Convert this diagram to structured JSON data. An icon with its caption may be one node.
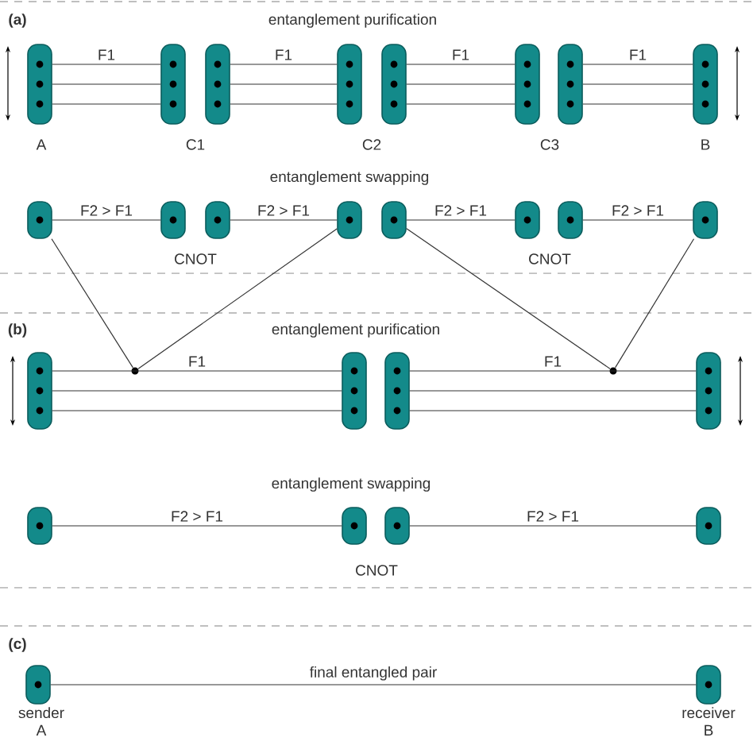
{
  "diagram": {
    "nodes": [
      {
        "text": [],
        "shape": "box"
      },
      {
        "text": [],
        "shape": "box"
      },
      {
        "text": [],
        "shape": "box"
      },
      {
        "text": [],
        "shape": "box"
      },
      {
        "text": [],
        "shape": "box"
      },
      {
        "text": [],
        "shape": "box"
      },
      {
        "text": [],
        "shape": "box"
      },
      {
        "text": [],
        "shape": "box"
      },
      {
        "text": [],
        "shape": "box"
      },
      {
        "text": [],
        "shape": "box"
      },
      {
        "text": [],
        "shape": "box"
      },
      {
        "text": [],
        "shape": "box"
      },
      {
        "text": [],
        "shape": "box"
      },
      {
        "text": [],
        "shape": "box"
      },
      {
        "text": [],
        "shape": "box"
      },
      {
        "text": [],
        "shape": "box"
      },
      {
        "text": [],
        "shape": "box"
      },
      {
        "text": [],
        "shape": "circle"
      },
      {
        "text": [],
        "shape": "box"
      },
      {
        "text": [],
        "shape": "box"
      },
      {
        "text": [],
        "shape": "circle"
      },
      {
        "text": [],
        "shape": "box"
      },
      {
        "text": [],
        "shape": "box"
      },
      {
        "text": [],
        "shape": "box"
      },
      {
        "text": [],
        "shape": "box"
      },
      {
        "text": [],
        "shape": "box"
      },
      {
        "text": [],
        "shape": "box"
      },
      {
        "text": [],
        "shape": "box"
      }
    ],
    "edges": [
      {
        "from": 0,
        "to": 1,
        "arrow": "none",
        "label": "F1"
      },
      {
        "from": 0,
        "to": 1,
        "arrow": "none"
      },
      {
        "from": 0,
        "to": 1,
        "arrow": "none"
      },
      {
        "from": 2,
        "to": 3,
        "arrow": "none",
        "label": "F1"
      },
      {
        "from": 2,
        "to": 3,
        "arrow": "none"
      },
      {
        "from": 2,
        "to": 3,
        "arrow": "none"
      },
      {
        "from": 4,
        "to": 5,
        "arrow": "none",
        "label": "F1"
      },
      {
        "from": 4,
        "to": 5,
        "arrow": "none"
      },
      {
        "from": 4,
        "to": 5,
        "arrow": "none"
      },
      {
        "from": 6,
        "to": 7,
        "arrow": "none",
        "label": "F1"
      },
      {
        "from": 6,
        "to": 7,
        "arrow": "none"
      },
      {
        "from": 6,
        "to": 7,
        "arrow": "none"
      },
      {
        "from": 8,
        "to": 9,
        "arrow": "none",
        "label": "F2 > F1"
      },
      {
        "from": 10,
        "to": 11,
        "arrow": "none",
        "label": "F2 > F1"
      },
      {
        "from": 12,
        "to": 13,
        "arrow": "none",
        "label": "F2 > F1"
      },
      {
        "from": 14,
        "to": 15,
        "arrow": "none",
        "label": "F2 > F1"
      },
      {
        "from": 8,
        "to": 17,
        "arrow": "none"
      },
      {
        "from": 11,
        "to": 17,
        "arrow": "none"
      },
      {
        "from": 12,
        "to": 20,
        "arrow": "none"
      },
      {
        "from": 15,
        "to": 20,
        "arrow": "none"
      },
      {
        "from": 16,
        "to": 18,
        "arrow": "none",
        "label": "F1"
      },
      {
        "from": 16,
        "to": 18,
        "arrow": "none"
      },
      {
        "from": 16,
        "to": 18,
        "arrow": "none"
      },
      {
        "from": 19,
        "to": 21,
        "arrow": "none",
        "label": "F1"
      },
      {
        "from": 19,
        "to": 21,
        "arrow": "none"
      },
      {
        "from": 19,
        "to": 21,
        "arrow": "none"
      },
      {
        "from": 22,
        "to": 23,
        "arrow": "none",
        "label": "F2 > F1"
      },
      {
        "from": 24,
        "to": 25,
        "arrow": "none",
        "label": "F2 > F1"
      },
      {
        "from": 26,
        "to": 27,
        "arrow": "none",
        "label": "final entangled pair"
      }
    ],
    "labels": [
      "(a)",
      "entanglement purification",
      "A",
      "C1",
      "C2",
      "C3",
      "B",
      "entanglement swapping",
      "CNOT",
      "CNOT",
      "(b)",
      "entanglement purification",
      "entanglement swapping",
      "CNOT",
      "(c)",
      "sender A",
      "receiver B"
    ]
  }
}
